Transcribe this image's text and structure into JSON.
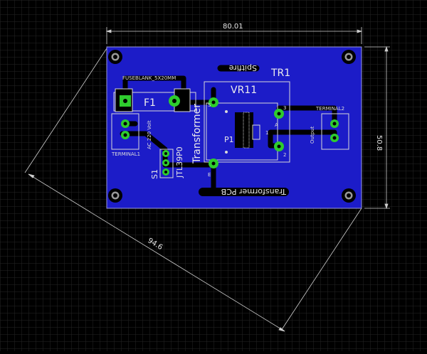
{
  "colors": {
    "background": "#000000",
    "grid": "#2a2a2a",
    "board": "#1c1cc8",
    "copper": "#000000",
    "pad": "#2ecc2e",
    "silkscreen": "#d9d9d9",
    "dimension": "#cfcfcf"
  },
  "dimensions": {
    "width": "80.01",
    "height": "50.8",
    "diagonal": "94.6"
  },
  "labels": {
    "fuse_value": "FUSEBLANK_5X20MM",
    "fuse_ref": "F1",
    "tr_ref": "TR1",
    "vr_ref": "VR11",
    "transformer": "Transformer",
    "board_name": "Transformer PCB",
    "author": "Spitfire",
    "terminal1": "TERMINAL1",
    "terminal2": "TERMINAL2",
    "ac_input": "AC 220 Volt",
    "output": "Output",
    "switch_ref": "S1",
    "switch_value": "JTL39P0",
    "pot_ref": "P1",
    "pin_s": "S",
    "pin_e": "E",
    "pin_a": "A",
    "pin_1": "1",
    "pin_2": "2",
    "pin_3": "3"
  }
}
